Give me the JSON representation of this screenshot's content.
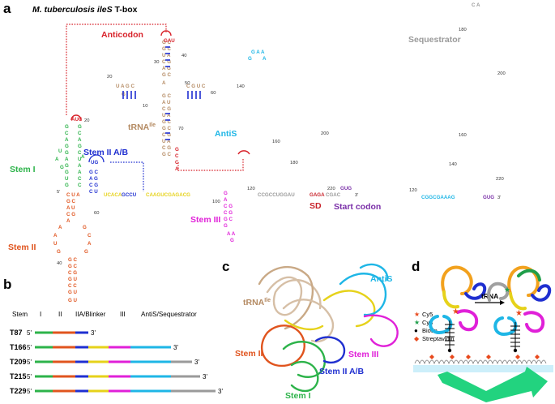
{
  "panels": {
    "a": {
      "letter": "a",
      "title_species": "M. tuberculosis ileS",
      "title_rest": " T-box",
      "labels": {
        "anticodon": "Anticodon",
        "sequestrator": "Sequestrator",
        "trna": "tRNA",
        "trna_sup": "Ile",
        "antis": "AntiS",
        "stem_i": "Stem I",
        "stem_iiab": "Stem II A/B",
        "stem_ii": "Stem II",
        "stem_iii": "Stem III",
        "sd": "SD",
        "start_codon": "Start codon",
        "five_prime": "5'",
        "three_prime": "3'"
      },
      "numbers": {
        "n20": "20",
        "n40": "40",
        "n60": "60",
        "n100": "100",
        "n120": "120",
        "n140": "140",
        "n160": "160",
        "n180": "180",
        "n200": "200",
        "n220": "220",
        "t10": "10",
        "t20": "20",
        "t30": "30",
        "t40": "40",
        "t50": "50",
        "t60": "60",
        "t70": "70"
      },
      "linker_seq_1": "UCACA",
      "linker_seq_2": "GCCU",
      "linker_seq_3": "CAAGUCGAGACG",
      "single_strand_seq": "CCGCCUGGAU",
      "sd_seq": "GAGA",
      "post_sd_seq": "CGAC",
      "start_seq": "GUG",
      "seq_bottom": "CGGCGAAAG",
      "seq_bottom_start": "GUG"
    },
    "b": {
      "letter": "b",
      "header": {
        "stem": "Stem",
        "i": "I",
        "ii": "II",
        "iiab_linker": "IIA/Blinker",
        "iii": "III",
        "antis_seq": "AntiS/Sequestrator"
      },
      "constructs": [
        {
          "name": "T87",
          "segments": [
            "green",
            "red",
            "blue"
          ],
          "end": "3'"
        },
        {
          "name": "T166",
          "segments": [
            "green",
            "red",
            "blue",
            "yellow",
            "magenta",
            "cyan"
          ],
          "end": "3'"
        },
        {
          "name": "T209",
          "segments": [
            "green",
            "red",
            "blue",
            "yellow",
            "magenta",
            "cyan",
            "gray"
          ],
          "end": "3'"
        },
        {
          "name": "T215",
          "segments": [
            "green",
            "red",
            "blue",
            "yellow",
            "magenta",
            "cyan",
            "gray"
          ],
          "end": "3'"
        },
        {
          "name": "T229",
          "segments": [
            "green",
            "red",
            "blue",
            "yellow",
            "magenta",
            "cyan",
            "gray"
          ],
          "end": "3'"
        }
      ],
      "five_prime": "5'"
    },
    "c": {
      "letter": "c",
      "labels": {
        "trna": "tRNA",
        "trna_sup": "Ile",
        "antis": "AntiS",
        "stem_ii": "Stem II",
        "stem_iii": "Stem III",
        "stem_iiab": "Stem II A/B",
        "stem_i": "Stem I"
      }
    },
    "d": {
      "letter": "d",
      "legend": [
        {
          "symbol": "★",
          "color": "#e8491d",
          "label": "Cy5"
        },
        {
          "symbol": "★",
          "color": "#1f9e4a",
          "label": "Cy3"
        },
        {
          "symbol": "●",
          "color": "#000000",
          "label": "Biotin"
        },
        {
          "symbol": "◆",
          "color": "#e8491d",
          "label": "Streptavidin"
        }
      ],
      "trna_label": "tRNA"
    }
  },
  "colors": {
    "green": "#2db34a",
    "red": "#e0541e",
    "blue": "#1f2fd0",
    "yellow": "#e6d21a",
    "magenta": "#e020d8",
    "cyan": "#1eb6e6",
    "gray": "#9a9a9a",
    "tan": "#b48a62",
    "anticodon_red": "#d8222a",
    "purple": "#7a2fa8",
    "sd_red": "#c8222a"
  }
}
